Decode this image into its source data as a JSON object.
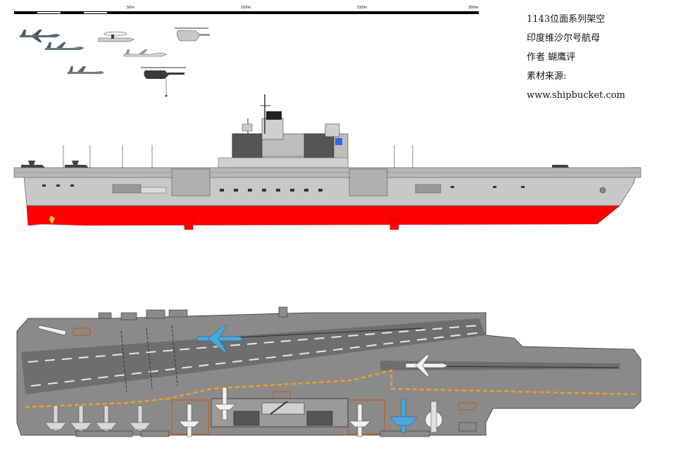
{
  "scale": {
    "ticks": [
      "50m",
      "100m",
      "150m",
      "200m"
    ]
  },
  "info": {
    "lines": [
      "1143位面系列架空",
      "印度维沙尔号航母",
      "作者 蝴鹰评",
      "素材来源:",
      "www.shipbucket.com"
    ]
  },
  "colors": {
    "hull_red": "#ff0000",
    "hull_grey": "#c8c8c8",
    "deck_grey": "#8a8a8a",
    "runway_dark": "#6e6e6e",
    "deck_line_orange": "#f0a020",
    "aircraft_blue": "#4aa8e0",
    "aircraft_white": "#f2f2f2"
  },
  "icons": [
    "aircraft-icon",
    "helicopter-icon",
    "radar-array-icon",
    "mast-icon"
  ]
}
